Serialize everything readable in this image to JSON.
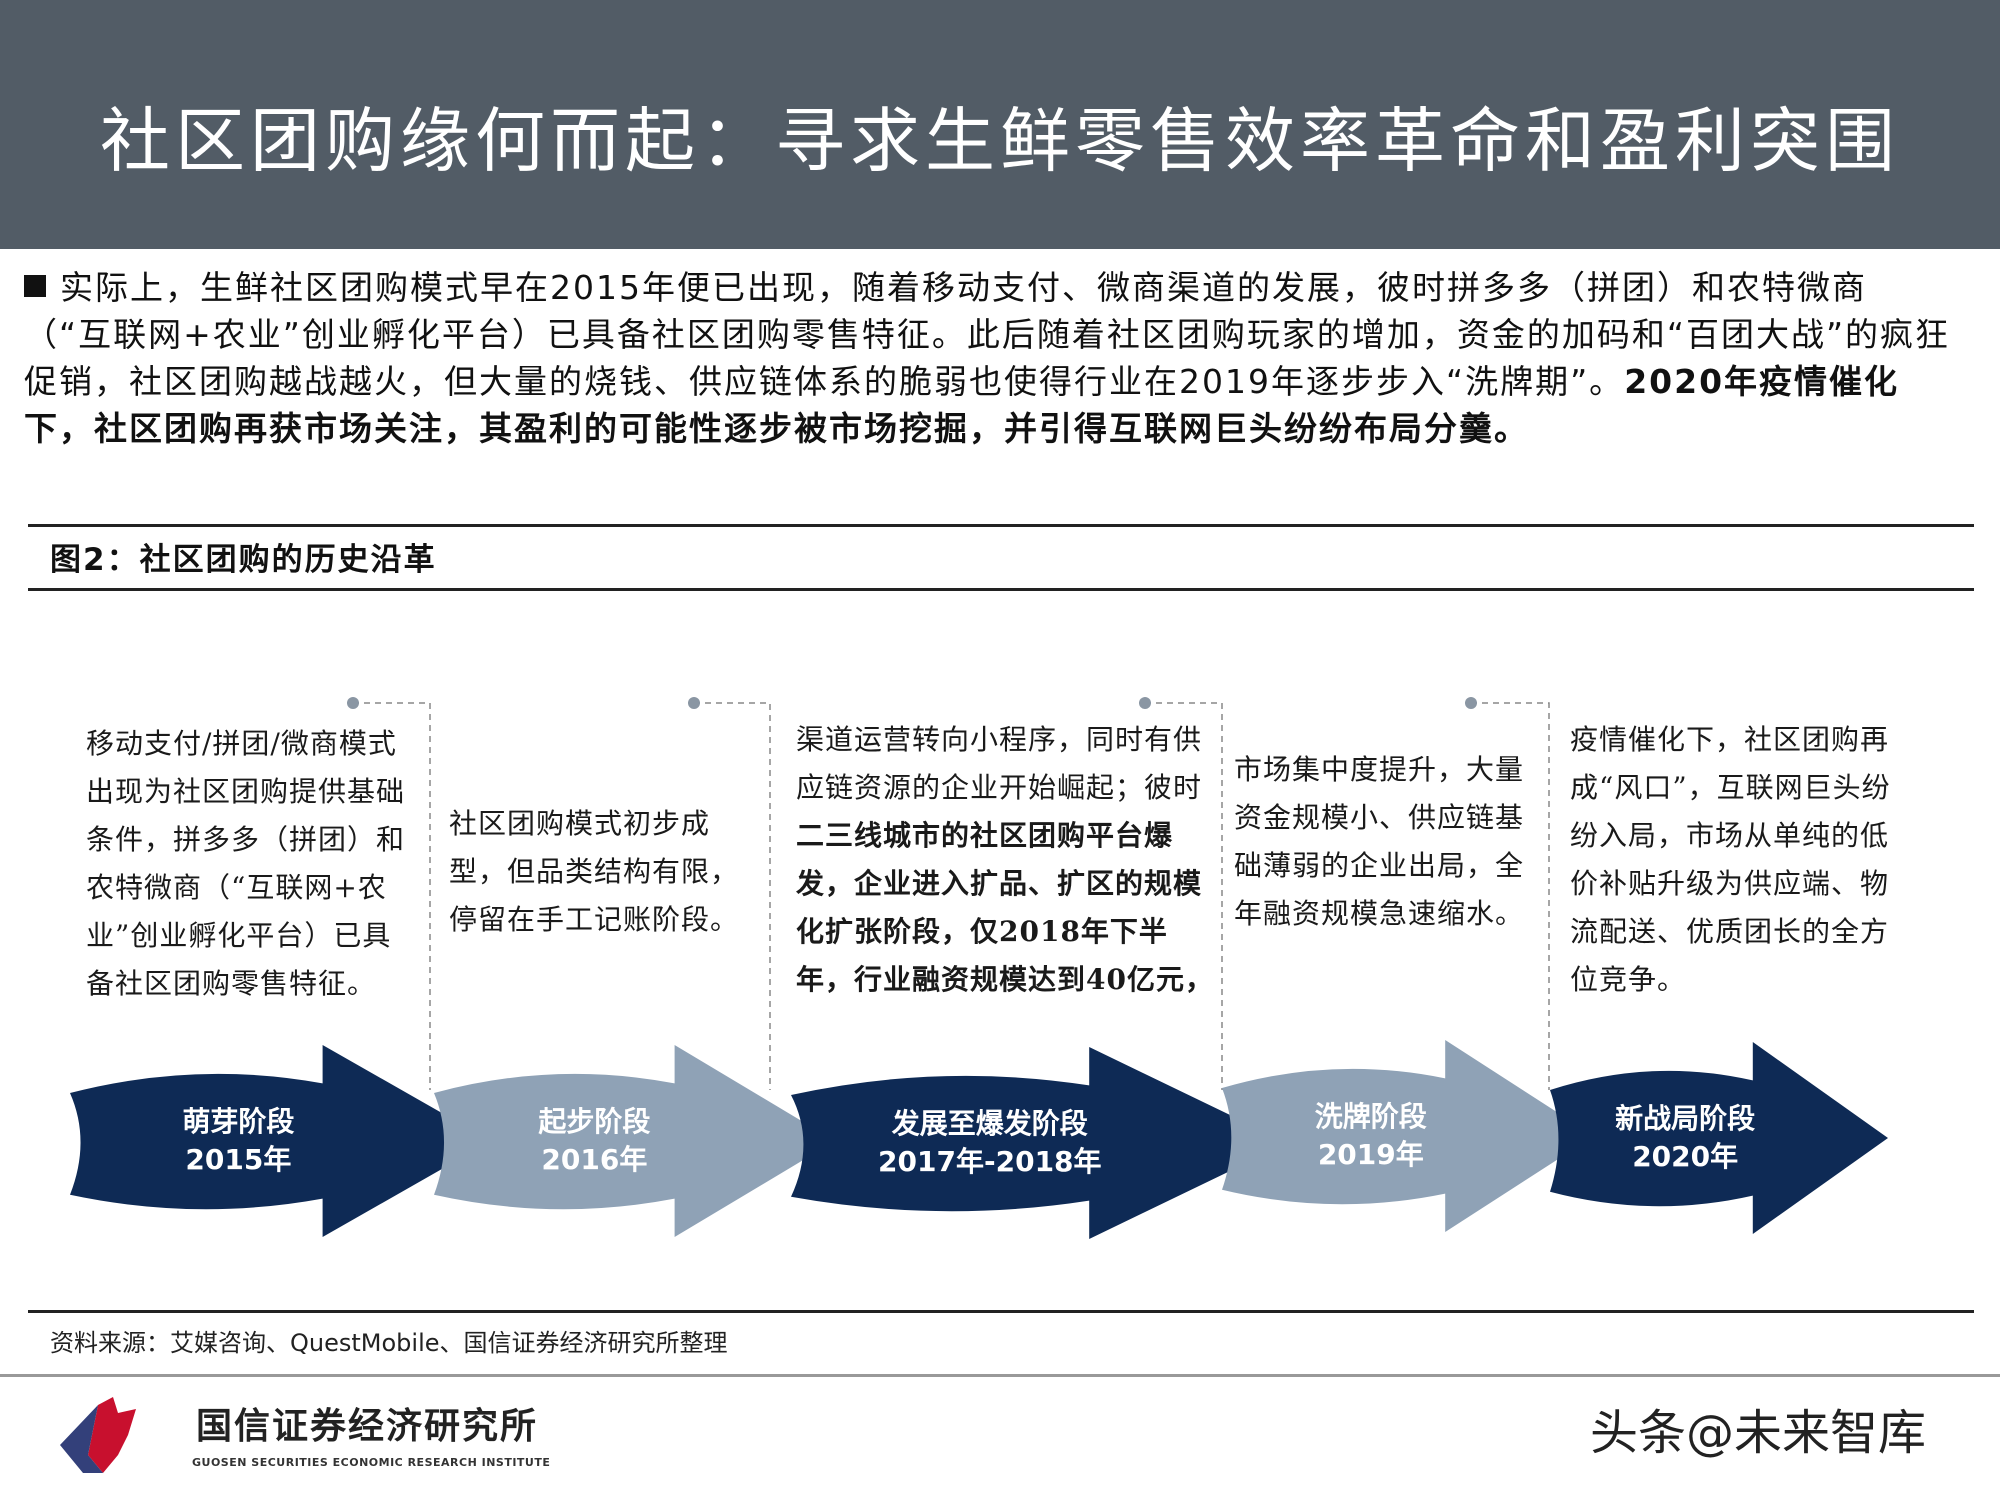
{
  "header": {
    "title": "社区团购缘何而起：寻求生鲜零售效率革命和盈利突围"
  },
  "intro": {
    "normal": "实际上，生鲜社区团购模式早在2015年便已出现，随着移动支付、微商渠道的发展，彼时拼多多（拼团）和农特微商（“互联网+农业”创业孵化平台）已具备社区团购零售特征。此后随着社区团购玩家的增加，资金的加码和“百团大战”的疯狂促销，社区团购越战越火，但大量的烧钱、供应链体系的脆弱也使得行业在2019年逐步步入“洗牌期”。",
    "bold": "2020年疫情催化下，社区团购再获市场关注，其盈利的可能性逐步被市场挖掘，并引得互联网巨头纷纷布局分羹。"
  },
  "figure": {
    "caption": "图2：社区团购的历史沿革"
  },
  "stages": [
    {
      "name": "萌芽阶段",
      "year": "2015年",
      "color": "#0e2a55",
      "desc": "移动支付/拼团/微商模式出现为社区团购提供基础条件，拼多多（拼团）和农特微商（“互联网+农业”创业孵化平台）已具备社区团购零售特征。"
    },
    {
      "name": "起步阶段",
      "year": "2016年",
      "color": "#8fa2b6",
      "desc": "社区团购模式初步成型，但品类结构有限，停留在手工记账阶段。"
    },
    {
      "name": "发展至爆发阶段",
      "year": "2017年-2018年",
      "color": "#0e2a55",
      "desc": "渠道运营转向小程序，同时有供应链资源的企业开始崛起；彼时",
      "desc_bold": "二三线城市的社区团购平台爆发，企业进入扩品、扩区的规模化扩张阶段，仅2018年下半年，行业融资规模达到40亿元，"
    },
    {
      "name": "洗牌阶段",
      "year": "2019年",
      "color": "#8fa2b6",
      "desc": "市场集中度提升，大量资金规模小、供应链基础薄弱的企业出局，全年融资规模急速缩水。"
    },
    {
      "name": "新战局阶段",
      "year": "2020年",
      "color": "#0e2a55",
      "desc": "疫情催化下，社区团购再成“风口”，互联网巨头纷纷入局，市场从单纯的低价补贴升级为供应端、物流配送、优质团长的全方位竞争。"
    }
  ],
  "source": "资料来源：艾媒咨询、QuestMobile、国信证券经济研究所整理",
  "footer": {
    "logo_name": "国信证券经济研究所",
    "logo_sub": "GUOSEN SECURITIES ECONOMIC RESEARCH INSTITUTE",
    "watermark": "头条@未来智库"
  }
}
